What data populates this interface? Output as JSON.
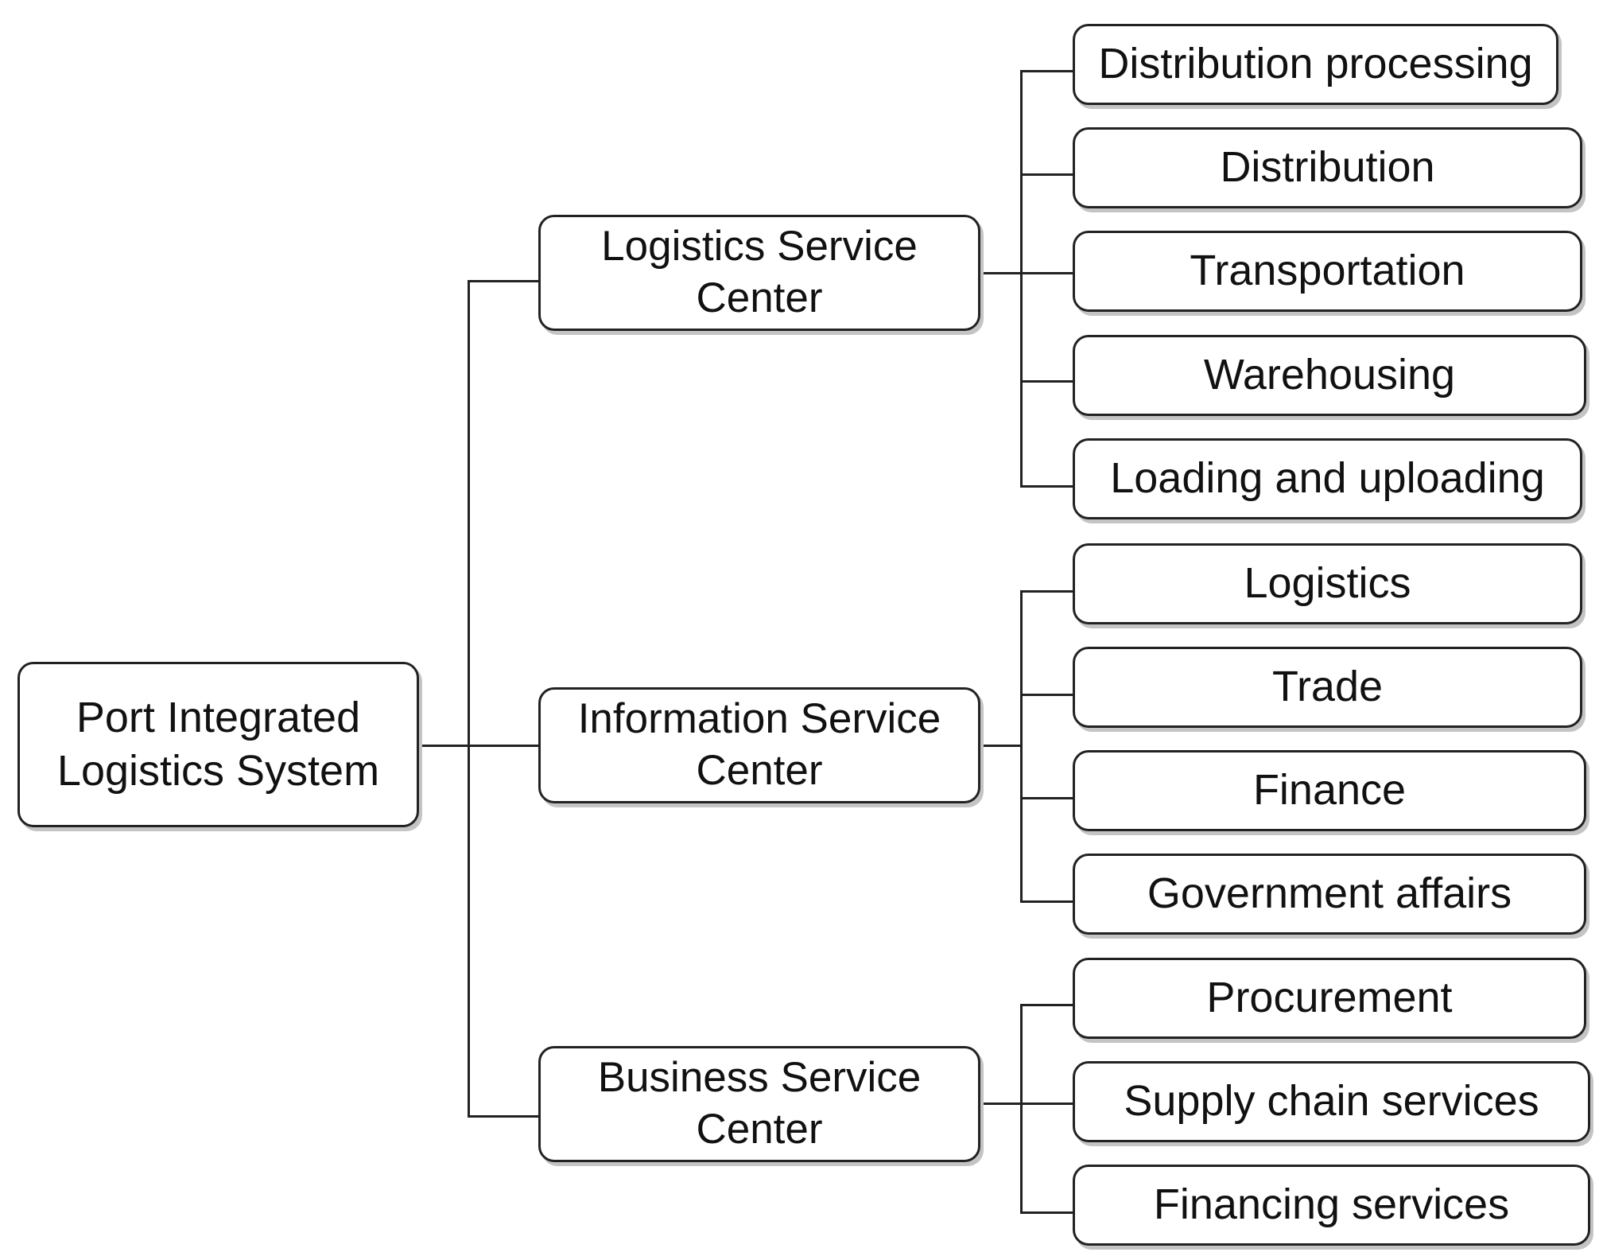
{
  "root": {
    "label": "Port Integrated Logistics System"
  },
  "centers": [
    {
      "label": "Logistics Service Center",
      "services": [
        "Distribution processing",
        "Distribution",
        "Transportation",
        "Warehousing",
        "Loading and uploading"
      ]
    },
    {
      "label": "Information Service Center",
      "services": [
        "Logistics",
        "Trade",
        "Finance",
        "Government affairs"
      ]
    },
    {
      "label": "Business Service Center",
      "services": [
        "Procurement",
        "Supply chain services",
        "Financing services"
      ]
    }
  ]
}
